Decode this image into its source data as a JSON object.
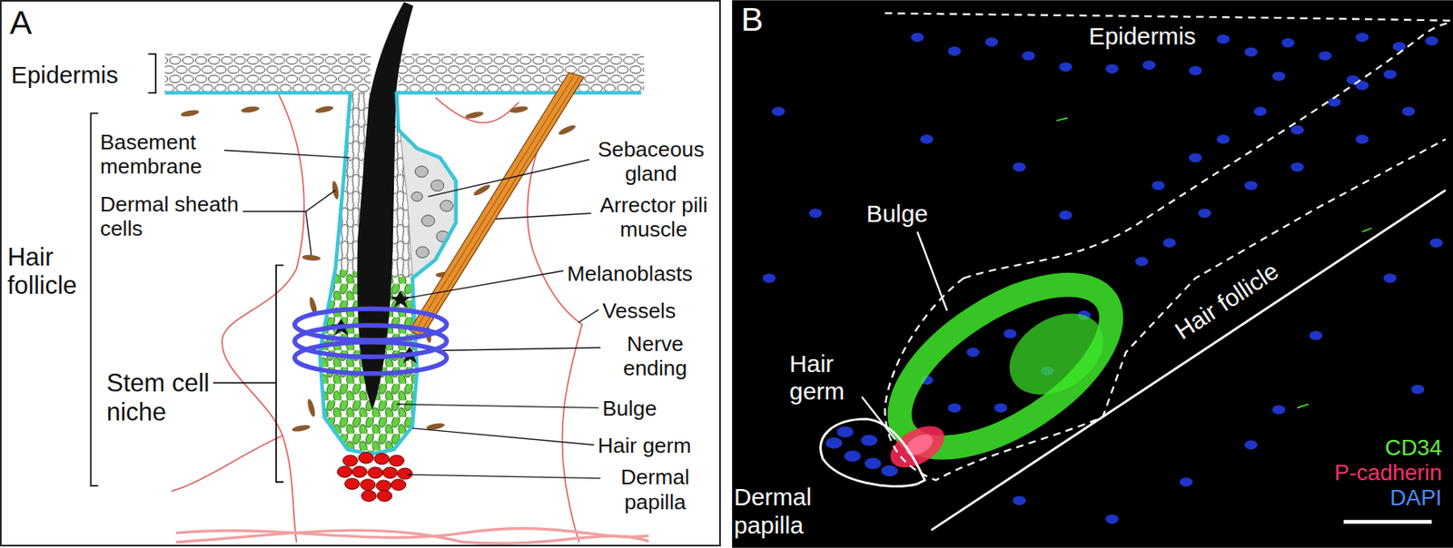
{
  "diagram": {
    "nodes": [
      {
        "text": [
          "A"
        ]
      },
      {
        "text": [
          "B"
        ]
      }
    ],
    "labels": [
      "Epidermis",
      "Hair follicle",
      "Basement membrane",
      "Dermal sheath cells",
      "Stem cell niche",
      "Sebaceous gland",
      "Arrector pili muscle",
      "Melanoblasts",
      "Vessels",
      "Nerve ending",
      "Bulge",
      "Hair germ",
      "Dermal papilla",
      "Epidermis",
      "Bulge",
      "Hair germ",
      "Dermal papilla",
      "Hair follicle",
      "CD34",
      "P-cadherin",
      "DAPI"
    ]
  }
}
